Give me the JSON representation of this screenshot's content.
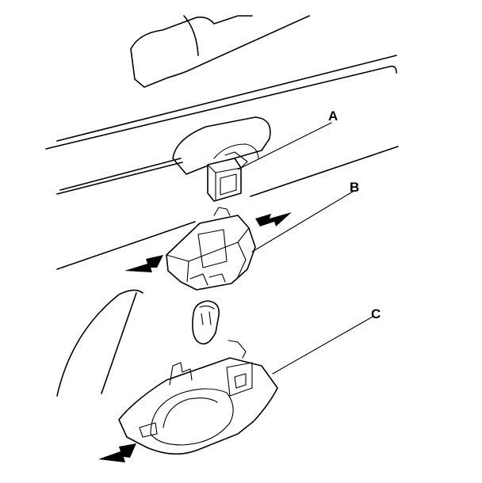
{
  "callouts": [
    {
      "id": "A",
      "label": "A"
    },
    {
      "id": "B",
      "label": "B"
    },
    {
      "id": "C",
      "label": "C"
    }
  ],
  "colors": {
    "line": "#000000",
    "background": "#ffffff"
  }
}
